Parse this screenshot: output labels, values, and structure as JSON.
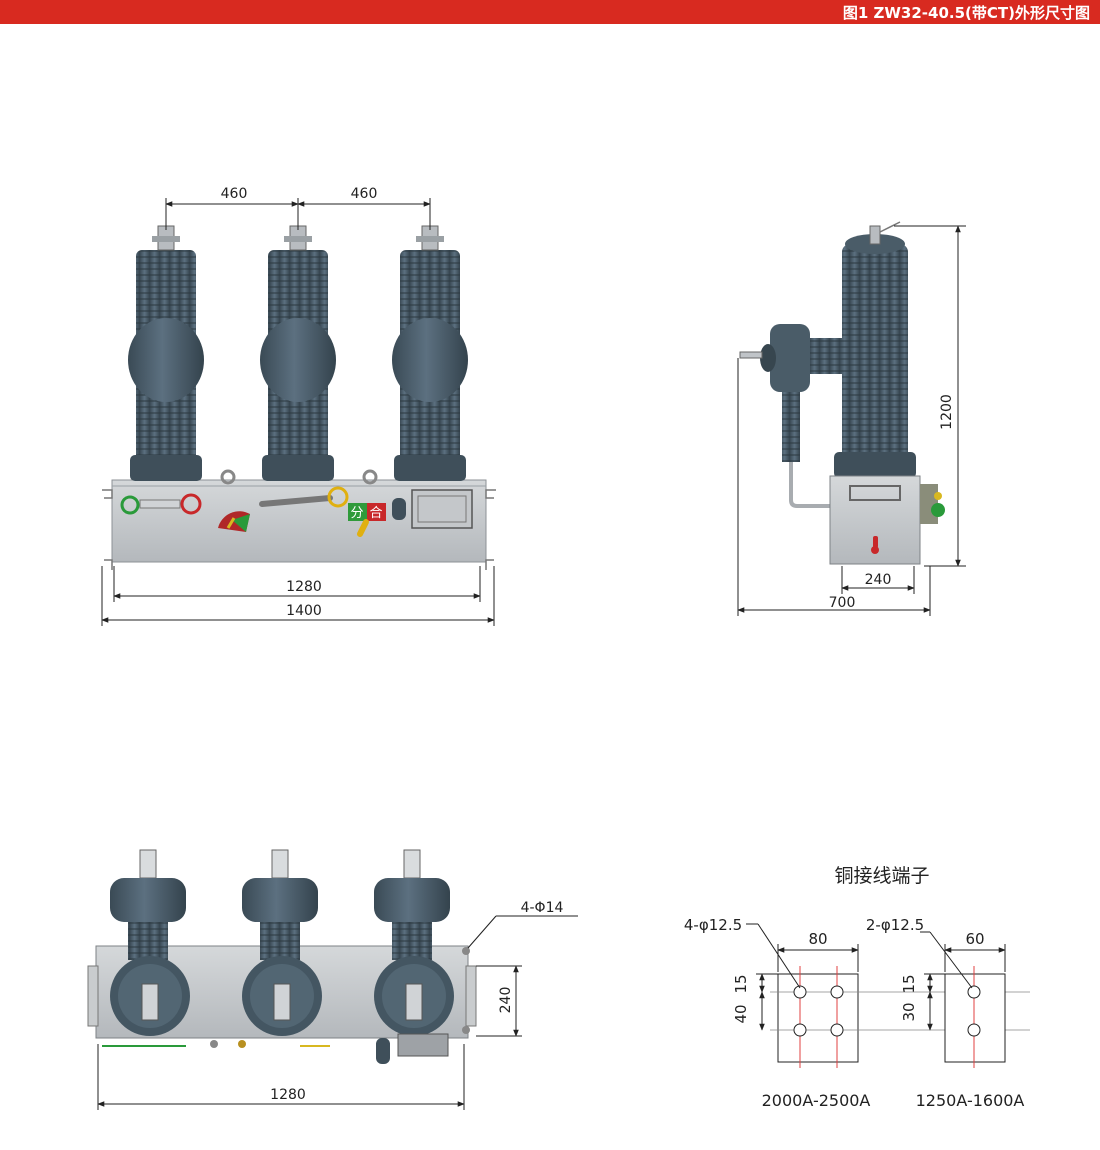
{
  "header": {
    "title": "图1 ZW32-40.5(带CT)外形尺寸图",
    "bar_color": "#d82a20"
  },
  "front_view": {
    "pole_spacing_left": "460",
    "pole_spacing_right": "460",
    "mounting_width": "1280",
    "overall_width": "1400",
    "indicator_open": "分",
    "indicator_close": "合"
  },
  "side_view": {
    "height": "1200",
    "base_depth": "240",
    "overall_depth": "700"
  },
  "top_view": {
    "hole_label": "4-Φ14",
    "depth": "240",
    "width": "1280"
  },
  "terminals": {
    "title": "铜接线端子",
    "large": {
      "holes": "4-φ12.5",
      "width": "80",
      "dim_15": "15",
      "dim_40": "40",
      "rating": "2000A-2500A"
    },
    "small": {
      "holes": "2-φ12.5",
      "width": "60",
      "dim_15": "15",
      "dim_30": "30",
      "rating": "1250A-1600A"
    }
  },
  "colors": {
    "insulator": "#4c5f6d",
    "insulator_dark": "#37464f",
    "frame": "#c6c9cc",
    "dimension_line": "#222222"
  }
}
